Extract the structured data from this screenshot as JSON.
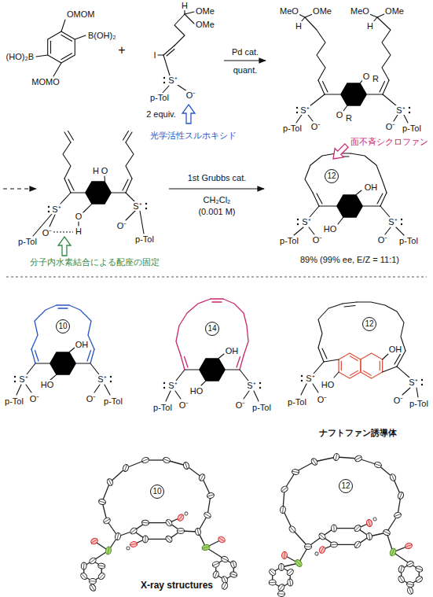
{
  "diagram": {
    "nodes": [
      {
        "text": [
          "12"
        ]
      },
      {
        "text": [
          "10"
        ]
      },
      {
        "text": [
          "14"
        ]
      },
      {
        "text": [
          "12"
        ]
      },
      {
        "text": [
          "10"
        ]
      },
      {
        "text": [
          "12"
        ]
      }
    ],
    "labels": [
      "(HO)₂B",
      "OMOM",
      "MOMO",
      "B(OH)₂",
      "+",
      "H",
      "OMe",
      "OMe",
      "I",
      "S⁺",
      "O⁻",
      "p-Tol",
      "2 equiv.",
      "光学活性スルホキシド",
      "Pd cat.",
      "quant.",
      "MeO",
      "OMe",
      "H",
      "MeO",
      "OMe",
      "H",
      "R",
      "O",
      "O",
      "R",
      "S⁺",
      "O⁻",
      "p-Tol",
      "S⁺",
      "O⁻",
      "p-Tol",
      "O",
      "S⁺",
      "H",
      "S⁺",
      "O",
      "O⁻",
      "O⁻",
      "H",
      "p-Tol",
      "p-Tol",
      "分子内水素結合による配座の固定",
      "1st Grubbs cat.",
      "CH₂Cl₂",
      "(0.001 M)",
      "面不斉シクロファン",
      "OH",
      "S⁺",
      "HO",
      "S⁺",
      "p-Tol",
      "O⁻",
      "O⁻",
      "p-Tol",
      "89% (99% ee, E/Z = 11:1)",
      "OH",
      "HO",
      "S⁺",
      "S⁺",
      "p-Tol",
      "O⁻",
      "O⁻",
      "p-Tol",
      "OH",
      "HO",
      "S⁺",
      "S⁺",
      "p-Tol",
      "O⁻",
      "O⁻",
      "p-Tol",
      "OH",
      "HO",
      "S⁺",
      "S⁺",
      "p-Tol",
      "O⁻",
      "O⁻",
      "p-Tol",
      "ナフトファン誘導体",
      "X-ray structures"
    ]
  }
}
